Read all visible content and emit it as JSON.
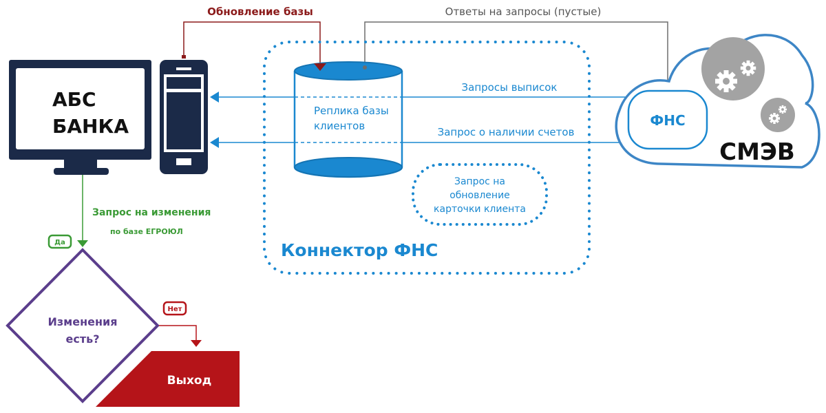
{
  "colors": {
    "navy": "#1b2a48",
    "blue": "#1a88d0",
    "dark_red": "#8b1a1a",
    "red": "#b51419",
    "gray": "#6d6d6d",
    "green": "#3a9a35",
    "purple": "#5b3e8c",
    "gear_gray": "#a3a3a3"
  },
  "top_labels": {
    "db_update": "Обновление базы",
    "empty_responses": "Ответы на запросы (пустые)"
  },
  "abs": {
    "line1": "АБС",
    "line2": "БАНКА"
  },
  "replica": {
    "line1": "Реплика базы",
    "line2": "клиентов"
  },
  "arrows": {
    "statements": "Запросы выписок",
    "accounts": "Запрос о наличии счетов"
  },
  "update_card": {
    "line1": "Запрос на",
    "line2": "обновление",
    "line3": "карточки клиента"
  },
  "connector_title": "Коннектор ФНС",
  "cloud": {
    "fns": "ФНС",
    "smev": "СМЭВ"
  },
  "change_request": {
    "line1": "Запрос на изменения",
    "line2": "по базе ЕГРОЮЛ"
  },
  "decision": {
    "line1": "Изменения",
    "line2": "есть?",
    "yes": "Да",
    "no": "Нет"
  },
  "exit_label": "Выход"
}
